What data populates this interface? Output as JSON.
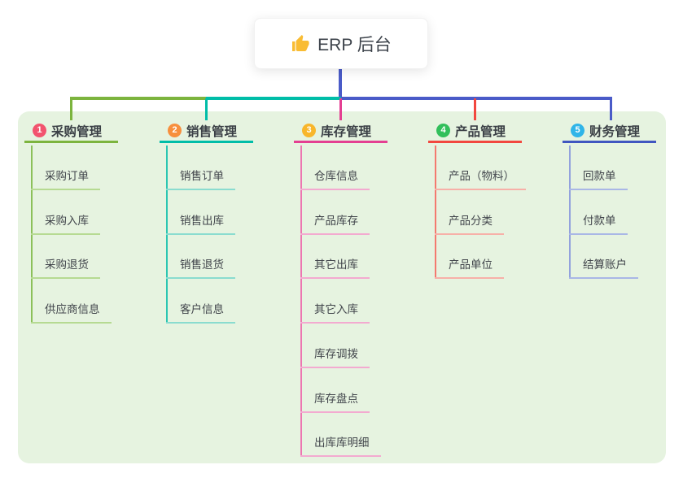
{
  "root": {
    "title": "ERP 后台",
    "icon": "thumbs-up-icon"
  },
  "branches": [
    {
      "badge": "1",
      "label": "采购管理",
      "color": "#7CB43E",
      "badge_color": "#F2536E",
      "children": [
        "采购订单",
        "采购入库",
        "采购退货",
        "供应商信息"
      ]
    },
    {
      "badge": "2",
      "label": "销售管理",
      "color": "#00BDA8",
      "badge_color": "#F78F3D",
      "children": [
        "销售订单",
        "销售出库",
        "销售退货",
        "客户信息"
      ]
    },
    {
      "badge": "3",
      "label": "库存管理",
      "color": "#E43F92",
      "badge_color": "#F8B62B",
      "children": [
        "仓库信息",
        "产品库存",
        "其它出库",
        "其它入库",
        "库存调拨",
        "库存盘点",
        "出库库明细"
      ]
    },
    {
      "badge": "4",
      "label": "产品管理",
      "color": "#F2473F",
      "badge_color": "#32BF5B",
      "children": [
        "产品（物料）",
        "产品分类",
        "产品单位"
      ]
    },
    {
      "badge": "5",
      "label": "财务管理",
      "color": "#4056C0",
      "badge_color": "#30B5E8",
      "children": [
        "回款单",
        "付款单",
        "结算账户"
      ]
    }
  ],
  "connector_color": "#4A5BC8",
  "panel_color": "#E6F3E0",
  "thumb_color": "#F9BC33"
}
